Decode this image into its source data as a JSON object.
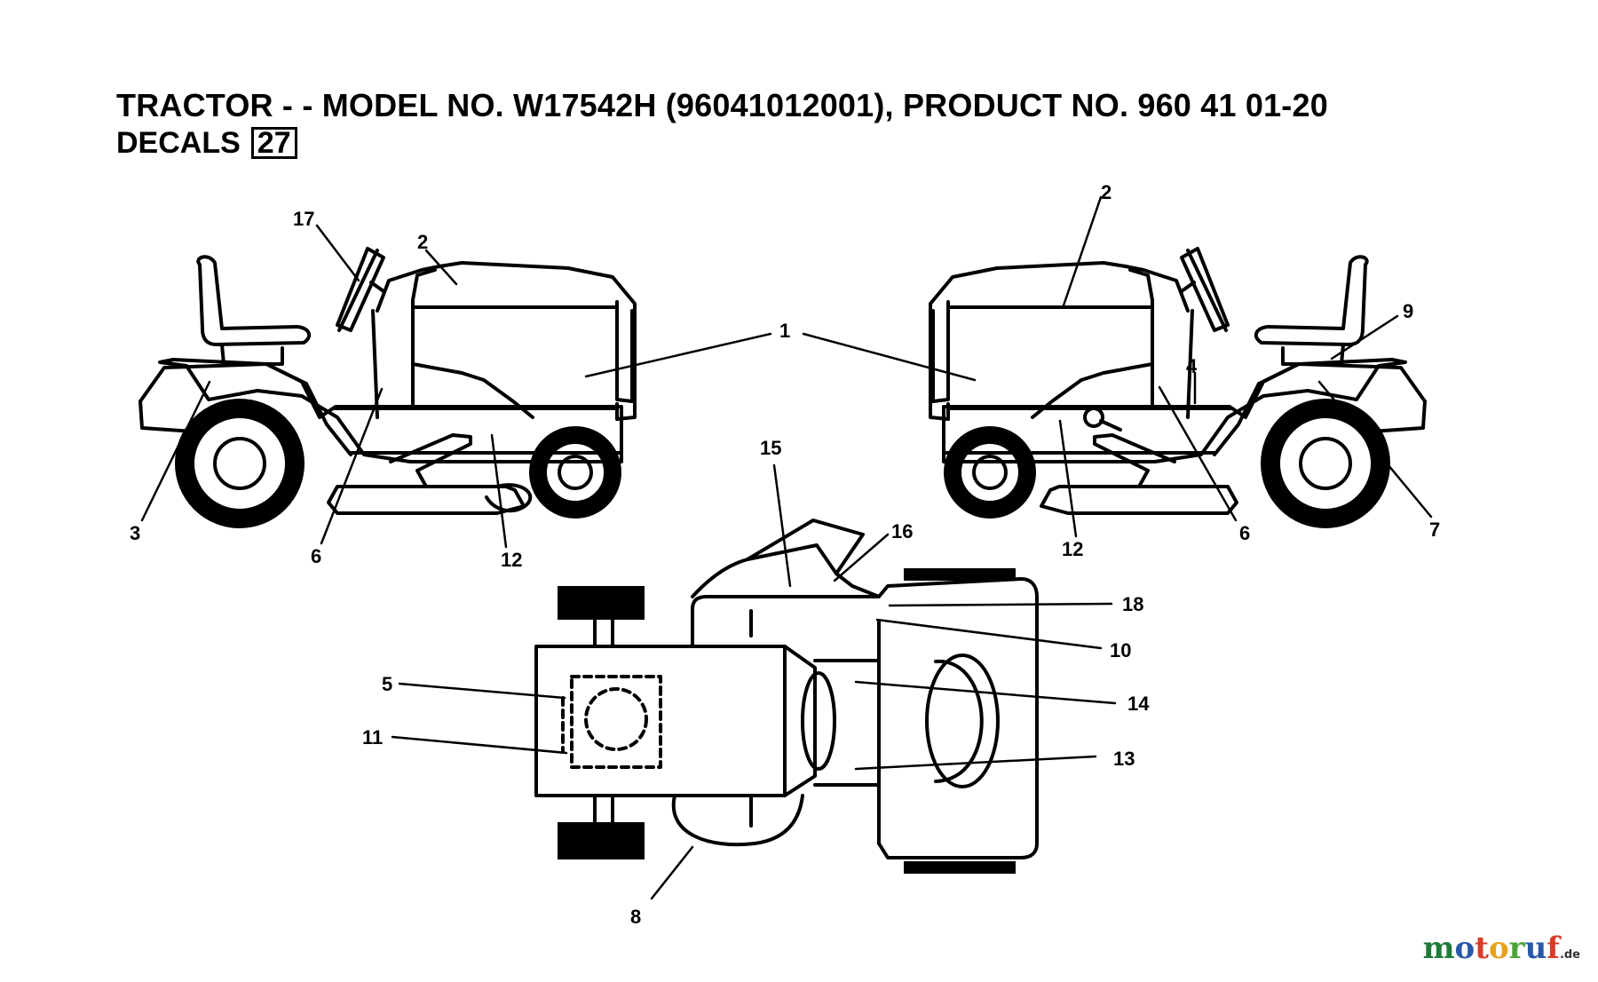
{
  "header": {
    "title": "TRACTOR - - MODEL NO. W17542H  (96041012001), PRODUCT NO. 960 41 01-20",
    "subtitle": "DECALS",
    "section_number": "27"
  },
  "callouts": {
    "c1": "1",
    "c2": "2",
    "c3": "3",
    "c4": "4",
    "c5": "5",
    "c6": "6",
    "c7": "7",
    "c8": "8",
    "c9": "9",
    "c10": "10",
    "c11": "11",
    "c12": "12",
    "c13": "13",
    "c14": "14",
    "c15": "15",
    "c16": "16",
    "c17": "17",
    "c18": "18"
  },
  "watermark": {
    "brand": "motoruf",
    "tld": ".de",
    "colors": [
      "#1f7a3a",
      "#2a59a8",
      "#d83b2b",
      "#e6a21a",
      "#4fa33a",
      "#2a59a8",
      "#d83b2b"
    ]
  }
}
